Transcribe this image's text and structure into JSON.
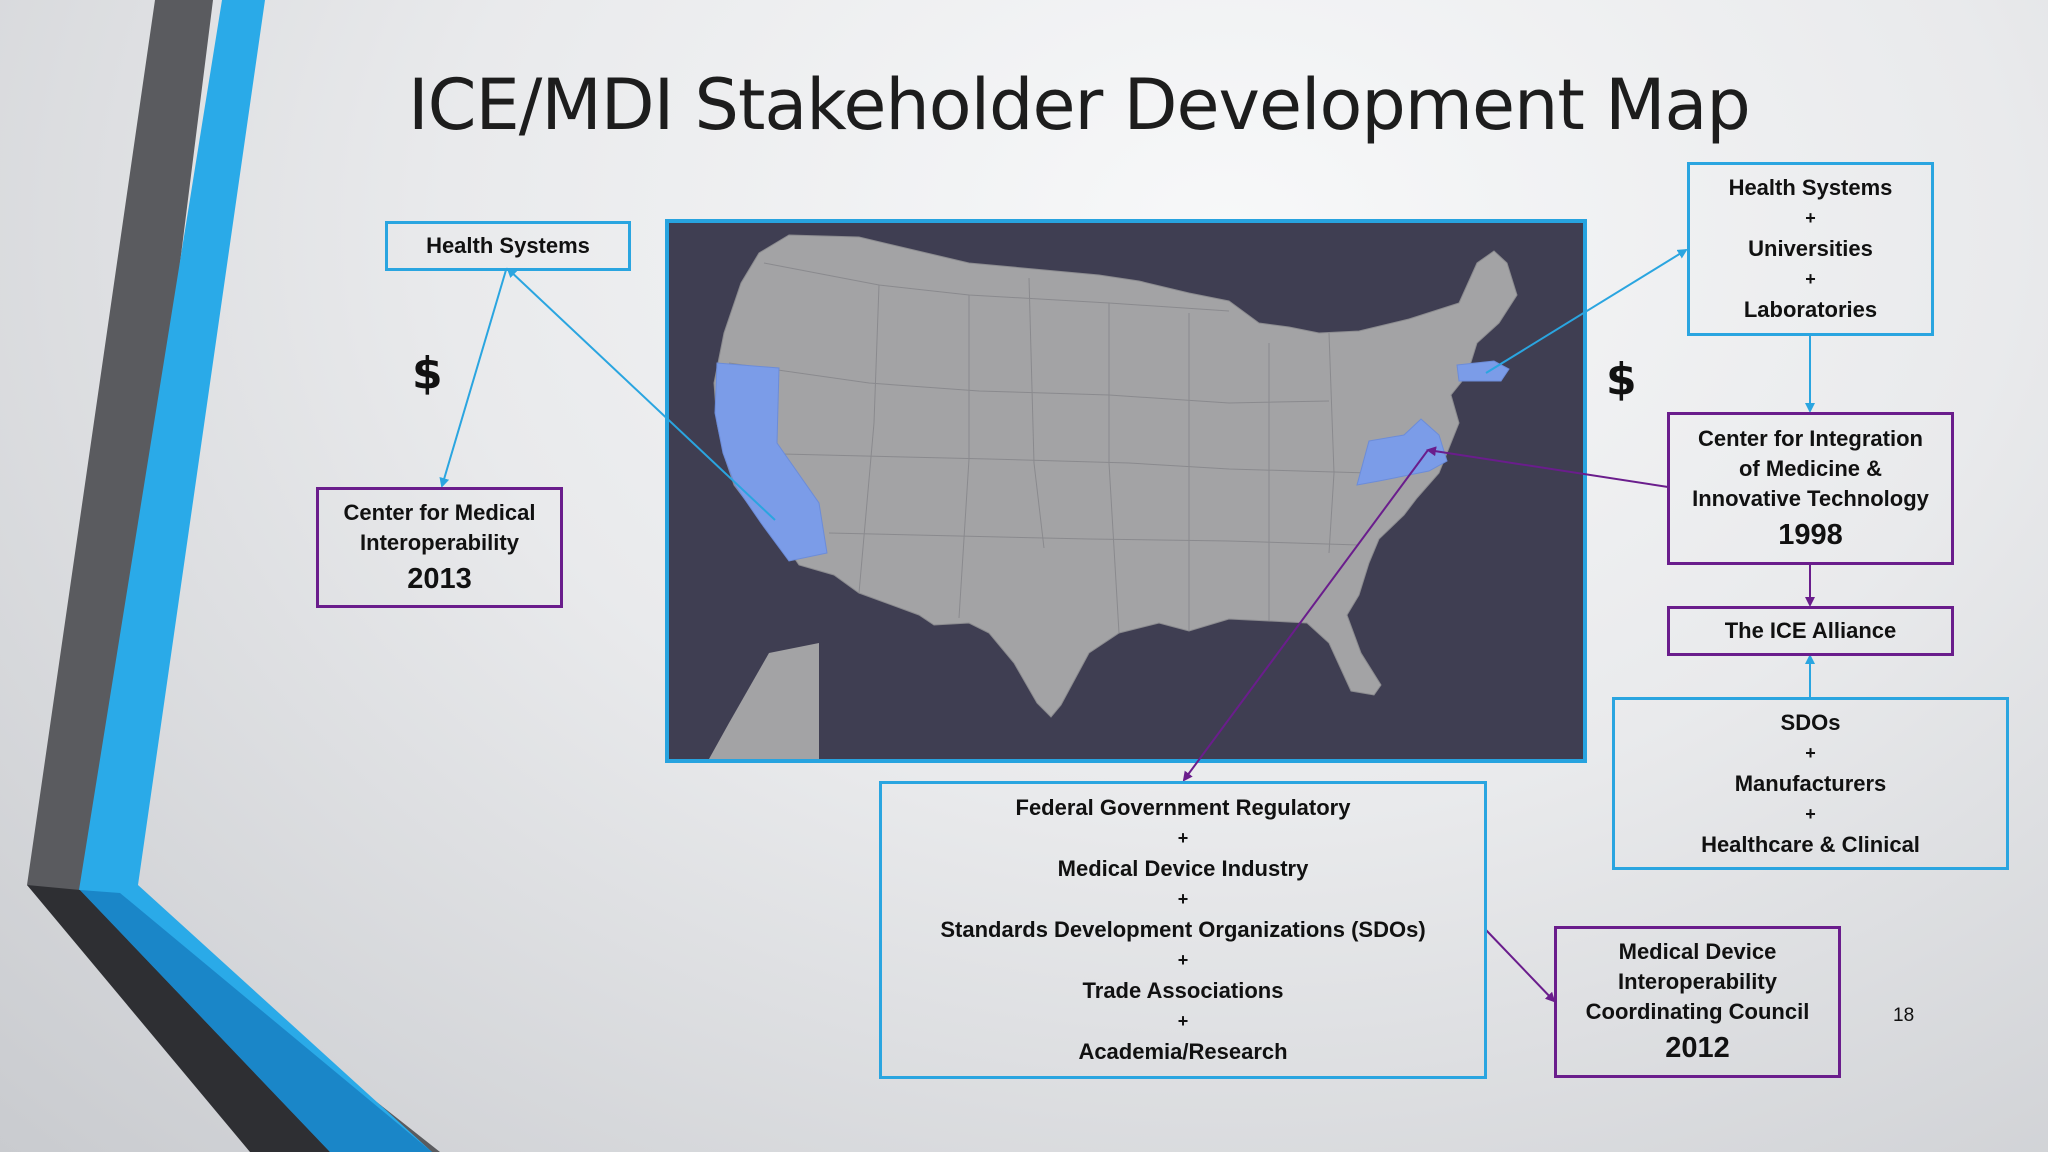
{
  "slide": {
    "title": "ICE/MDI Stakeholder Development Map",
    "page_number": "18"
  },
  "left": {
    "health_systems": "Health Systems",
    "dollar": "$",
    "cmi_line1": "Center for Medical",
    "cmi_line2": "Interoperability",
    "cmi_year": "2013"
  },
  "right": {
    "stakeholders": [
      "Health Systems",
      "+",
      "Universities",
      "+",
      "Laboratories"
    ],
    "dollar": "$",
    "cimit_line1": "Center for Integration",
    "cimit_line2": "of Medicine &",
    "cimit_line3": "Innovative Technology",
    "cimit_year": "1998",
    "ice_alliance": "The ICE Alliance",
    "sdos": [
      "SDOs",
      "+",
      "Manufacturers",
      "+",
      "Healthcare & Clinical"
    ]
  },
  "bottom": {
    "federal": [
      "Federal Government Regulatory",
      "+",
      "Medical Device Industry",
      "+",
      "Standards Development Organizations (SDOs)",
      "+",
      "Trade Associations",
      "+",
      "Academia/Research"
    ],
    "mdicc_line1": "Medical Device",
    "mdicc_line2": "Interoperability",
    "mdicc_line3": "Coordinating Council",
    "mdicc_year": "2012"
  },
  "colors": {
    "blue": "#2aa5e0",
    "purple": "#6a1d8c",
    "map_background": "#3f3e52",
    "map_land": "#a3a3a5",
    "map_highlight": "#7b9ce8"
  },
  "map": {
    "highlighted_states": [
      "California",
      "Massachusetts",
      "Virginia"
    ]
  }
}
